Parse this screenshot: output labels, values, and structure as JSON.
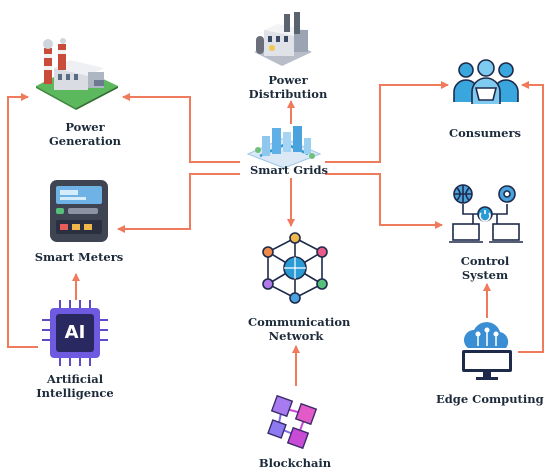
{
  "colors": {
    "arrow": "#f07a5c",
    "label": "#1c2a3a",
    "accent_blue": "#2b9bd6",
    "dark_navy": "#1e2a4a",
    "ai_purple": "#5b4bc4",
    "chain_magenta": "#c848d6"
  },
  "nodes": {
    "power_generation": {
      "lines": [
        "Power",
        "Generation"
      ],
      "icon": "power-plant-icon"
    },
    "power_distribution": {
      "lines": [
        "Power",
        "Distribution"
      ],
      "icon": "substation-icon"
    },
    "consumers": {
      "lines": [
        "Consumers"
      ],
      "icon": "consumers-icon"
    },
    "smart_grids": {
      "lines": [
        "Smart Grids"
      ],
      "icon": "smart-city-icon"
    },
    "smart_meters": {
      "lines": [
        "Smart Meters"
      ],
      "icon": "smart-meter-icon"
    },
    "control_system": {
      "lines": [
        "Control",
        "System"
      ],
      "icon": "control-system-icon"
    },
    "communication_network": {
      "lines": [
        "Communication",
        "Network"
      ],
      "icon": "network-icon"
    },
    "artificial_intelligence": {
      "lines": [
        "Artificial",
        "Intelligence"
      ],
      "icon": "ai-chip-icon",
      "chip_text": "AI"
    },
    "edge_computing": {
      "lines": [
        "Edge Computing"
      ],
      "icon": "edge-cloud-icon"
    },
    "blockchain": {
      "lines": [
        "Blockchain"
      ],
      "icon": "blockchain-icon"
    }
  },
  "connections": [
    {
      "from": "smart_grids",
      "to": "power_generation"
    },
    {
      "from": "smart_grids",
      "to": "power_distribution"
    },
    {
      "from": "smart_grids",
      "to": "consumers"
    },
    {
      "from": "smart_grids",
      "to": "control_system"
    },
    {
      "from": "smart_grids",
      "to": "smart_meters"
    },
    {
      "from": "smart_grids",
      "to": "communication_network"
    },
    {
      "from": "artificial_intelligence",
      "to": "smart_meters"
    },
    {
      "from": "artificial_intelligence",
      "to": "power_generation"
    },
    {
      "from": "edge_computing",
      "to": "control_system"
    },
    {
      "from": "edge_computing",
      "to": "consumers"
    },
    {
      "from": "blockchain",
      "to": "communication_network"
    }
  ]
}
